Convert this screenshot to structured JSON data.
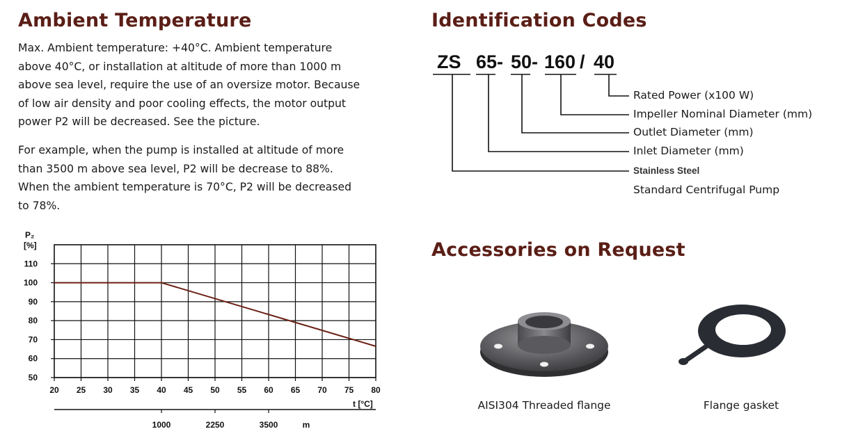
{
  "ambient": {
    "heading": "Ambient Temperature",
    "paragraph1": [
      "Max. Ambient temperature: +40°C. Ambient temperature",
      "above 40°C, or installation at altitude of more than 1000 m",
      "above sea level, require the use of an oversize motor.  Because",
      "of low air density and poor cooling effects, the motor output",
      "power P2 will be decreased. See the picture."
    ],
    "paragraph2": [
      "For example, when the pump is installed at altitude of more",
      "than 3500 m above sea level, P2 will be decrease to 88%.",
      "When the ambient temperature is 70°C, P2 will be decreased",
      "to 78%."
    ]
  },
  "chart_data": {
    "type": "line",
    "ylabel_line1": "P₂",
    "ylabel_line2": "[%]",
    "xlabel": "t [°C]",
    "secondary_xlabel": "m",
    "x_ticks": [
      20,
      25,
      30,
      35,
      40,
      45,
      50,
      55,
      60,
      65,
      70,
      75,
      80
    ],
    "y_ticks": [
      50,
      60,
      70,
      80,
      90,
      100,
      110
    ],
    "xlim": [
      20,
      80
    ],
    "ylim": [
      50,
      120
    ],
    "altitude_ticks": [
      {
        "at_temp": 40,
        "label": "1000"
      },
      {
        "at_temp": 50,
        "label": "2250"
      },
      {
        "at_temp": 60,
        "label": "3500"
      }
    ],
    "grid": true,
    "series": [
      {
        "color": "#6b1f14",
        "x": [
          20,
          40,
          80
        ],
        "y": [
          100,
          100,
          66.5
        ]
      }
    ]
  },
  "codes": {
    "heading": "Identification Codes",
    "parts": [
      "ZS",
      "65-",
      "50-",
      "160",
      "/",
      "40"
    ],
    "labels": {
      "rated_power": "Rated Power (x100 W)",
      "impeller": "Impeller Nominal Diameter (mm)",
      "outlet": "Outlet Diameter (mm)",
      "inlet": "Inlet Diameter (mm)",
      "steel": "Stainless Steel",
      "pump": "Standard Centrifugal Pump"
    }
  },
  "accessories": {
    "heading": "Accessories on Request",
    "items": [
      {
        "caption": "AISI304 Threaded flange"
      },
      {
        "caption": "Flange gasket"
      }
    ]
  },
  "colors": {
    "heading": "#5a1e16",
    "curve": "#6b1f14"
  }
}
